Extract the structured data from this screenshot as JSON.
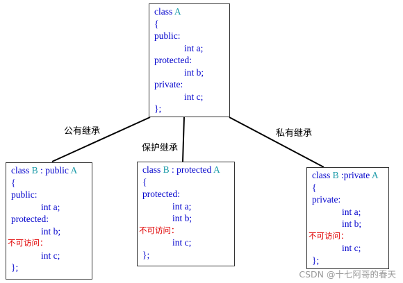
{
  "base": {
    "lines": [
      {
        "cls": "kw",
        "parts": [
          {
            "t": "class "
          },
          {
            "t": "A",
            "teal": true
          }
        ]
      },
      {
        "cls": "kw",
        "parts": [
          {
            "t": "{"
          }
        ]
      },
      {
        "cls": "kw",
        "parts": [
          {
            "t": "public:"
          }
        ]
      },
      {
        "cls": "mb",
        "parts": [
          {
            "t": "int a;"
          }
        ]
      },
      {
        "cls": "kw",
        "parts": [
          {
            "t": "protected:"
          }
        ]
      },
      {
        "cls": "mb",
        "parts": [
          {
            "t": "int b;"
          }
        ]
      },
      {
        "cls": "kw",
        "parts": [
          {
            "t": "private:"
          }
        ]
      },
      {
        "cls": "mb",
        "parts": [
          {
            "t": "int c;"
          }
        ]
      },
      {
        "cls": "kw",
        "parts": [
          {
            "t": "};"
          }
        ]
      }
    ]
  },
  "public_derived": {
    "lines": [
      {
        "cls": "kw",
        "parts": [
          {
            "t": "class "
          },
          {
            "t": "B",
            "teal": true
          },
          {
            "t": " : public "
          },
          {
            "t": "A",
            "teal": true
          }
        ]
      },
      {
        "cls": "kw",
        "parts": [
          {
            "t": "{"
          }
        ]
      },
      {
        "cls": "kw",
        "parts": [
          {
            "t": "public:"
          }
        ]
      },
      {
        "cls": "mb",
        "parts": [
          {
            "t": "int a;"
          }
        ]
      },
      {
        "cls": "kw",
        "parts": [
          {
            "t": "protected:"
          }
        ]
      },
      {
        "cls": "mb",
        "parts": [
          {
            "t": "int b;"
          }
        ]
      },
      {
        "cls": "red",
        "parts": [
          {
            "t": "不可访问："
          }
        ]
      },
      {
        "cls": "mb",
        "parts": [
          {
            "t": "int c;"
          }
        ]
      },
      {
        "cls": "kw",
        "parts": [
          {
            "t": "};"
          }
        ]
      }
    ]
  },
  "protected_derived": {
    "lines": [
      {
        "cls": "kw",
        "parts": [
          {
            "t": "class "
          },
          {
            "t": "B",
            "teal": true
          },
          {
            "t": " : protected "
          },
          {
            "t": "A",
            "teal": true
          }
        ]
      },
      {
        "cls": "kw",
        "parts": [
          {
            "t": "{"
          }
        ]
      },
      {
        "cls": "kw",
        "parts": [
          {
            "t": "protected:"
          }
        ]
      },
      {
        "cls": "mb",
        "parts": [
          {
            "t": "int a;"
          }
        ]
      },
      {
        "cls": "mb",
        "parts": [
          {
            "t": "int b;"
          }
        ]
      },
      {
        "cls": "red",
        "parts": [
          {
            "t": "不可访问："
          }
        ]
      },
      {
        "cls": "mb",
        "parts": [
          {
            "t": "int c;"
          }
        ]
      },
      {
        "cls": "kw",
        "parts": [
          {
            "t": "};"
          }
        ]
      }
    ]
  },
  "private_derived": {
    "lines": [
      {
        "cls": "kw",
        "parts": [
          {
            "t": "class "
          },
          {
            "t": "B",
            "teal": true
          },
          {
            "t": " :private "
          },
          {
            "t": "A",
            "teal": true
          }
        ]
      },
      {
        "cls": "kw",
        "parts": [
          {
            "t": "{"
          }
        ]
      },
      {
        "cls": "kw",
        "parts": [
          {
            "t": "private:"
          }
        ]
      },
      {
        "cls": "mb",
        "parts": [
          {
            "t": "int a;"
          }
        ]
      },
      {
        "cls": "mb",
        "parts": [
          {
            "t": "int b;"
          }
        ]
      },
      {
        "cls": "red",
        "parts": [
          {
            "t": "不可访问："
          }
        ]
      },
      {
        "cls": "mb",
        "parts": [
          {
            "t": "int c;"
          }
        ]
      },
      {
        "cls": "kw",
        "parts": [
          {
            "t": "};"
          }
        ]
      }
    ]
  },
  "edges": {
    "public": "公有继承",
    "protected": "保护继承",
    "private": "私有继承"
  },
  "watermark": "CSDN @十七阿哥的春天",
  "colors": {
    "code_text": "#0000cc",
    "class_name": "#1a9aa8",
    "inaccessible_label": "#e00000",
    "watermark": "#9a9a9a"
  }
}
